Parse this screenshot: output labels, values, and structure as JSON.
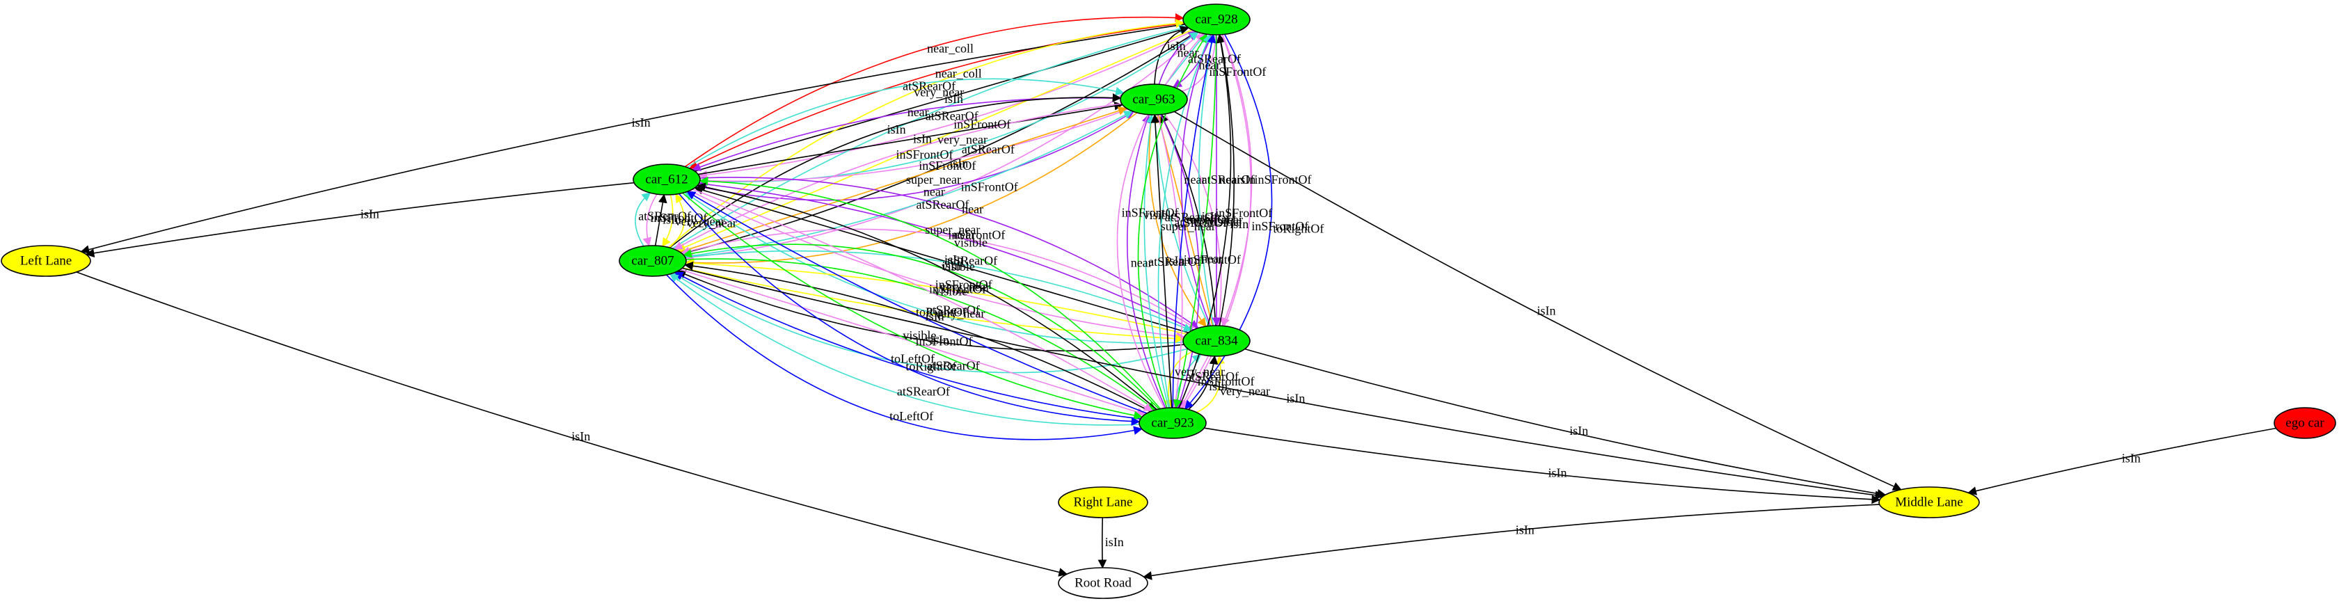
{
  "colors": {
    "car": "#00ee00",
    "lane": "#ffff00",
    "ego": "#ff0000",
    "road": "#ffffff",
    "edge_default": "#000000",
    "near_coll": "#ff0000",
    "super_near": "#ffa500",
    "very_near": "#ffff00",
    "near": "#a020f0",
    "inSFrontOf": "#ee82ee",
    "atSRearOf": "#40e0d0",
    "visible": "#00ee00",
    "toLeftOf": "#0000ff",
    "toRightOf": "#0000ff",
    "isIn": "#000000"
  },
  "nodes": [
    {
      "id": "car_928",
      "label": "car_928",
      "kind": "car"
    },
    {
      "id": "car_963",
      "label": "car_963",
      "kind": "car"
    },
    {
      "id": "car_612",
      "label": "car_612",
      "kind": "car"
    },
    {
      "id": "car_807",
      "label": "car_807",
      "kind": "car"
    },
    {
      "id": "car_834",
      "label": "car_834",
      "kind": "car"
    },
    {
      "id": "car_923",
      "label": "car_923",
      "kind": "car"
    },
    {
      "id": "left_lane",
      "label": "Left Lane",
      "kind": "lane"
    },
    {
      "id": "right_lane",
      "label": "Right Lane",
      "kind": "lane"
    },
    {
      "id": "middle_lane",
      "label": "Middle Lane",
      "kind": "lane"
    },
    {
      "id": "ego_car",
      "label": "ego car",
      "kind": "ego"
    },
    {
      "id": "root_road",
      "label": "Root Road",
      "kind": "road"
    }
  ],
  "edges": [
    {
      "from": "car_612",
      "to": "car_928",
      "label": "near_coll",
      "rel": "near_coll"
    },
    {
      "from": "car_928",
      "to": "car_612",
      "label": "near_coll",
      "rel": "near_coll"
    },
    {
      "from": "car_612",
      "to": "car_928",
      "label": "isIn",
      "rel": "isIn"
    },
    {
      "from": "car_928",
      "to": "car_612",
      "label": "inSFrontOf",
      "rel": "inSFrontOf"
    },
    {
      "from": "car_928",
      "to": "left_lane",
      "label": "isIn",
      "rel": "isIn"
    },
    {
      "from": "car_807",
      "to": "car_928",
      "label": "very_near",
      "rel": "very_near"
    },
    {
      "from": "car_807",
      "to": "car_928",
      "label": "atSRearOf",
      "rel": "atSRearOf"
    },
    {
      "from": "car_928",
      "to": "car_807",
      "label": "very_near",
      "rel": "very_near"
    },
    {
      "from": "car_807",
      "to": "car_928",
      "label": "isIn",
      "rel": "isIn"
    },
    {
      "from": "car_928",
      "to": "car_807",
      "label": "inSFrontOf",
      "rel": "inSFrontOf"
    },
    {
      "from": "car_963",
      "to": "car_928",
      "label": "inSFrontOf",
      "rel": "inSFrontOf"
    },
    {
      "from": "car_928",
      "to": "car_963",
      "label": "near",
      "rel": "near"
    },
    {
      "from": "car_963",
      "to": "car_928",
      "label": "atSRearOf",
      "rel": "atSRearOf"
    },
    {
      "from": "car_963",
      "to": "car_928",
      "label": "near",
      "rel": "near"
    },
    {
      "from": "car_963",
      "to": "car_928",
      "label": "isIn",
      "rel": "isIn"
    },
    {
      "from": "car_612",
      "to": "car_928",
      "label": "atSRearOf",
      "rel": "atSRearOf"
    },
    {
      "from": "car_612",
      "to": "car_963",
      "label": "atSRearOf",
      "rel": "atSRearOf"
    },
    {
      "from": "car_963",
      "to": "car_612",
      "label": "near",
      "rel": "near"
    },
    {
      "from": "car_612",
      "to": "car_963",
      "label": "isIn",
      "rel": "isIn"
    },
    {
      "from": "car_963",
      "to": "car_612",
      "label": "inSFrontOf",
      "rel": "inSFrontOf"
    },
    {
      "from": "car_612",
      "to": "car_963",
      "label": "near",
      "rel": "near"
    },
    {
      "from": "car_612",
      "to": "left_lane",
      "label": "isIn",
      "rel": "isIn"
    },
    {
      "from": "car_807",
      "to": "car_963",
      "label": "isIn",
      "rel": "isIn"
    },
    {
      "from": "car_963",
      "to": "car_807",
      "label": "inSFrontOf",
      "rel": "inSFrontOf"
    },
    {
      "from": "car_807",
      "to": "car_963",
      "label": "super_near",
      "rel": "super_near"
    },
    {
      "from": "car_807",
      "to": "car_963",
      "label": "atSRearOf",
      "rel": "atSRearOf"
    },
    {
      "from": "car_963",
      "to": "car_807",
      "label": "super_near",
      "rel": "super_near"
    },
    {
      "from": "car_807",
      "to": "car_612",
      "label": "very_near",
      "rel": "very_near"
    },
    {
      "from": "car_612",
      "to": "car_807",
      "label": "very_near",
      "rel": "very_near"
    },
    {
      "from": "car_807",
      "to": "car_612",
      "label": "isIn",
      "rel": "isIn"
    },
    {
      "from": "car_612",
      "to": "car_807",
      "label": "inSFrontOf",
      "rel": "inSFrontOf"
    },
    {
      "from": "car_807",
      "to": "car_612",
      "label": "atSRearOf",
      "rel": "atSRearOf"
    },
    {
      "from": "car_963",
      "to": "car_834",
      "label": "super_near",
      "rel": "super_near"
    },
    {
      "from": "car_834",
      "to": "car_963",
      "label": "atSRearOf",
      "rel": "atSRearOf"
    },
    {
      "from": "car_834",
      "to": "car_963",
      "label": "super_near",
      "rel": "super_near"
    },
    {
      "from": "car_834",
      "to": "car_963",
      "label": "isIn",
      "rel": "isIn"
    },
    {
      "from": "car_963",
      "to": "car_834",
      "label": "inSFrontOf",
      "rel": "inSFrontOf"
    },
    {
      "from": "car_612",
      "to": "car_834",
      "label": "near",
      "rel": "near"
    },
    {
      "from": "car_834",
      "to": "car_612",
      "label": "near",
      "rel": "near"
    },
    {
      "from": "car_834",
      "to": "car_612",
      "label": "isIn",
      "rel": "isIn"
    },
    {
      "from": "car_612",
      "to": "car_834",
      "label": "inSFrontOf",
      "rel": "inSFrontOf"
    },
    {
      "from": "car_834",
      "to": "car_612",
      "label": "atSRearOf",
      "rel": "atSRearOf"
    },
    {
      "from": "car_834",
      "to": "car_928",
      "label": "near",
      "rel": "near"
    },
    {
      "from": "car_834",
      "to": "car_928",
      "label": "atSRearOf",
      "rel": "atSRearOf"
    },
    {
      "from": "car_928",
      "to": "car_834",
      "label": "near",
      "rel": "near"
    },
    {
      "from": "car_834",
      "to": "car_928",
      "label": "isIn",
      "rel": "isIn"
    },
    {
      "from": "car_928",
      "to": "car_834",
      "label": "inSFrontOf",
      "rel": "inSFrontOf"
    },
    {
      "from": "car_834",
      "to": "car_807",
      "label": "inSFrontOf",
      "rel": "inSFrontOf"
    },
    {
      "from": "car_807",
      "to": "car_834",
      "label": "atSRearOf",
      "rel": "atSRearOf"
    },
    {
      "from": "car_834",
      "to": "car_807",
      "label": "very_near",
      "rel": "very_near"
    },
    {
      "from": "car_807",
      "to": "car_834",
      "label": "very_near",
      "rel": "very_near"
    },
    {
      "from": "car_834",
      "to": "car_807",
      "label": "isIn",
      "rel": "isIn"
    },
    {
      "from": "car_834",
      "to": "car_807",
      "label": "atSRearOf",
      "rel": "atSRearOf"
    },
    {
      "from": "car_834",
      "to": "middle_lane",
      "label": "isIn",
      "rel": "isIn"
    },
    {
      "from": "car_923",
      "to": "car_834",
      "label": "very_near",
      "rel": "very_near"
    },
    {
      "from": "car_923",
      "to": "car_834",
      "label": "isIn",
      "rel": "isIn"
    },
    {
      "from": "car_834",
      "to": "car_923",
      "label": "inSFrontOf",
      "rel": "inSFrontOf"
    },
    {
      "from": "car_923",
      "to": "car_834",
      "label": "atSRearOf",
      "rel": "atSRearOf"
    },
    {
      "from": "car_834",
      "to": "car_923",
      "label": "very_near",
      "rel": "very_near"
    },
    {
      "from": "car_923",
      "to": "car_807",
      "label": "visible",
      "rel": "visible"
    },
    {
      "from": "car_807",
      "to": "car_923",
      "label": "visible",
      "rel": "visible"
    },
    {
      "from": "car_923",
      "to": "car_807",
      "label": "isIn",
      "rel": "isIn"
    },
    {
      "from": "car_807",
      "to": "car_923",
      "label": "inSFrontOf",
      "rel": "inSFrontOf"
    },
    {
      "from": "car_923",
      "to": "car_807",
      "label": "toRightOf",
      "rel": "toRightOf"
    },
    {
      "from": "car_923",
      "to": "car_807",
      "label": "atSRearOf",
      "rel": "atSRearOf"
    },
    {
      "from": "car_807",
      "to": "car_923",
      "label": "toLeftOf",
      "rel": "toLeftOf"
    },
    {
      "from": "car_923",
      "to": "car_612",
      "label": "visible",
      "rel": "visible"
    },
    {
      "from": "car_923",
      "to": "car_612",
      "label": "isIn",
      "rel": "isIn"
    },
    {
      "from": "car_612",
      "to": "car_923",
      "label": "inSFrontOf",
      "rel": "inSFrontOf"
    },
    {
      "from": "car_923",
      "to": "car_612",
      "label": "toRightOf",
      "rel": "toRightOf"
    },
    {
      "from": "car_612",
      "to": "car_923",
      "label": "visible",
      "rel": "visible"
    },
    {
      "from": "car_612",
      "to": "car_923",
      "label": "toLeftOf",
      "rel": "toLeftOf"
    },
    {
      "from": "car_923",
      "to": "car_963",
      "label": "near",
      "rel": "near"
    },
    {
      "from": "car_923",
      "to": "car_963",
      "label": "atSRearOf",
      "rel": "atSRearOf"
    },
    {
      "from": "car_923",
      "to": "car_963",
      "label": "isIn",
      "rel": "isIn"
    },
    {
      "from": "car_963",
      "to": "car_923",
      "label": "inSFrontOf",
      "rel": "inSFrontOf"
    },
    {
      "from": "car_963",
      "to": "car_923",
      "label": "near",
      "rel": "near"
    },
    {
      "from": "car_923",
      "to": "car_928",
      "label": "inSFrontOf",
      "rel": "inSFrontOf"
    },
    {
      "from": "car_923",
      "to": "car_928",
      "label": "visible",
      "rel": "visible"
    },
    {
      "from": "car_923",
      "to": "car_928",
      "label": "atSRearOf",
      "rel": "atSRearOf"
    },
    {
      "from": "car_923",
      "to": "car_928",
      "label": "toLeftOf",
      "rel": "toLeftOf"
    },
    {
      "from": "car_928",
      "to": "car_923",
      "label": "visible",
      "rel": "visible"
    },
    {
      "from": "car_923",
      "to": "car_928",
      "label": "isIn",
      "rel": "isIn"
    },
    {
      "from": "car_928",
      "to": "car_923",
      "label": "inSFrontOf",
      "rel": "inSFrontOf"
    },
    {
      "from": "car_928",
      "to": "car_923",
      "label": "toRightOf",
      "rel": "toRightOf"
    },
    {
      "from": "car_963",
      "to": "middle_lane",
      "label": "isIn",
      "rel": "isIn"
    },
    {
      "from": "car_807",
      "to": "middle_lane",
      "label": "isIn",
      "rel": "isIn"
    },
    {
      "from": "car_923",
      "to": "middle_lane",
      "label": "isIn",
      "rel": "isIn"
    },
    {
      "from": "ego_car",
      "to": "middle_lane",
      "label": "isIn",
      "rel": "isIn"
    },
    {
      "from": "left_lane",
      "to": "root_road",
      "label": "isIn",
      "rel": "isIn"
    },
    {
      "from": "right_lane",
      "to": "root_road",
      "label": "isIn",
      "rel": "isIn"
    },
    {
      "from": "middle_lane",
      "to": "root_road",
      "label": "isIn",
      "rel": "isIn"
    }
  ]
}
